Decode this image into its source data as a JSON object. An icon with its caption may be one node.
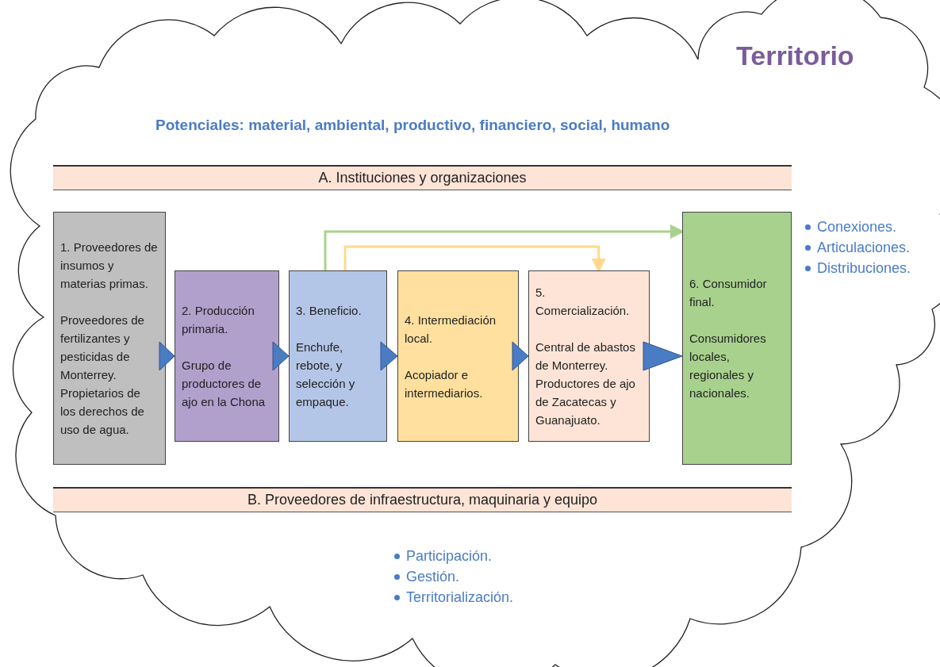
{
  "diagram": {
    "nodes": [
      {
        "text": [
          "Territorio"
        ]
      },
      {
        "text": [
          "A. Instituciones y organizaciones"
        ],
        "in": 0
      },
      {
        "text": [
          "1. Proveedores de insumos y materias primas.",
          "Proveedores de fertilizantes y pesticidas de Monterrey. Propietarios de los derechos de uso de agua."
        ],
        "in": 0
      },
      {
        "text": [
          "2. Producción primaria.",
          "Grupo de productores de ajo en la Chona"
        ],
        "in": 0
      },
      {
        "text": [
          "3. Beneficio.",
          "Enchufe, rebote, y selección y empaque."
        ],
        "in": 0
      },
      {
        "text": [
          "4. Intermediación local.",
          "Acopiador e intermediarios."
        ],
        "in": 0
      },
      {
        "text": [
          "5. Comercialización.",
          "Central de abastos de Monterrey. Productores de ajo de Zacatecas y Guanajuato."
        ],
        "in": 0
      },
      {
        "text": [
          "6. Consumidor final.",
          "Consumidores locales, regionales y nacionales."
        ],
        "in": 0
      },
      {
        "text": [
          "B. Proveedores de infraestructura, maquinaria y equipo"
        ],
        "in": 0
      }
    ],
    "edges": [
      {
        "from": 2,
        "to": 3,
        "arrow": "to"
      },
      {
        "from": 3,
        "to": 4,
        "arrow": "to"
      },
      {
        "from": 4,
        "to": 5,
        "arrow": "to"
      },
      {
        "from": 5,
        "to": 6,
        "arrow": "to"
      },
      {
        "from": 6,
        "to": 7,
        "arrow": "to"
      },
      {
        "from": 4,
        "to": 7,
        "arrow": "to",
        "color": "#a9d18e"
      },
      {
        "from": 4,
        "to": 6,
        "arrow": "to",
        "color": "#ffd98e"
      }
    ],
    "labels": [
      "Potenciales: material, ambiental, productivo, financiero, social, humano",
      "Conexiones.",
      "Articulaciones.",
      "Distribuciones.",
      "Participación.",
      "Gestión.",
      "Territorialización."
    ]
  }
}
